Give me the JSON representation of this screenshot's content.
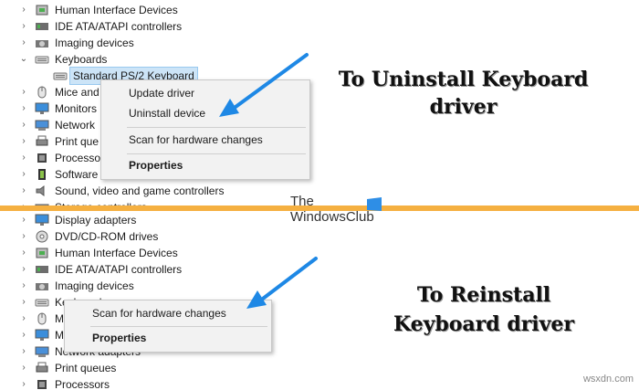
{
  "top_tree": {
    "rows": [
      {
        "label": "Human Interface Devices",
        "chev": "›",
        "icon": "hid-icon"
      },
      {
        "label": "IDE ATA/ATAPI controllers",
        "chev": "›",
        "icon": "ide-controller-icon"
      },
      {
        "label": "Imaging devices",
        "chev": "›",
        "icon": "camera-icon"
      },
      {
        "label": "Keyboards",
        "chev": "⌄",
        "icon": "keyboard-icon"
      },
      {
        "label": "Standard PS/2 Keyboard",
        "chev": "",
        "icon": "keyboard-icon"
      },
      {
        "label": "Mice and",
        "chev": "›",
        "icon": "mouse-icon"
      },
      {
        "label": "Monitors",
        "chev": "›",
        "icon": "monitor-icon"
      },
      {
        "label": "Network",
        "chev": "›",
        "icon": "network-icon"
      },
      {
        "label": "Print que",
        "chev": "›",
        "icon": "printer-icon"
      },
      {
        "label": "Processo",
        "chev": "›",
        "icon": "processor-icon"
      },
      {
        "label": "Software",
        "chev": "›",
        "icon": "software-device-icon"
      },
      {
        "label": "Sound, video and game controllers",
        "chev": "›",
        "icon": "speaker-icon"
      },
      {
        "label": "Storage controllers",
        "chev": "›",
        "icon": "storage-icon"
      }
    ],
    "menu": {
      "update": "Update driver",
      "uninstall": "Uninstall device",
      "scan": "Scan for hardware changes",
      "properties": "Properties"
    },
    "caption_line1": "To Uninstall Keyboard",
    "caption_line2": "driver"
  },
  "bottom_tree": {
    "rows": [
      {
        "label": "Display adapters",
        "chev": "›",
        "icon": "display-adapter-icon"
      },
      {
        "label": "DVD/CD-ROM drives",
        "chev": "›",
        "icon": "dvd-icon"
      },
      {
        "label": "Human Interface Devices",
        "chev": "›",
        "icon": "hid-icon"
      },
      {
        "label": "IDE ATA/ATAPI controllers",
        "chev": "›",
        "icon": "ide-controller-icon"
      },
      {
        "label": "Imaging devices",
        "chev": "›",
        "icon": "camera-icon"
      },
      {
        "label": "Keyboards",
        "chev": "›",
        "icon": "keyboard-icon"
      },
      {
        "label": "M",
        "chev": "›",
        "icon": "mouse-icon"
      },
      {
        "label": "M",
        "chev": "›",
        "icon": "monitor-icon"
      },
      {
        "label": "Network adapters",
        "chev": "›",
        "icon": "network-icon"
      },
      {
        "label": "Print queues",
        "chev": "›",
        "icon": "printer-icon"
      },
      {
        "label": "Processors",
        "chev": "›",
        "icon": "processor-icon"
      }
    ],
    "menu": {
      "scan": "Scan for hardware changes",
      "properties": "Properties"
    },
    "caption_line1": "To Reinstall",
    "caption_line2": "Keyboard driver"
  },
  "logo": {
    "line1": "The",
    "line2": "WindowsClub"
  },
  "watermark": "wsxdn.com",
  "colors": {
    "arrow": "#1e88e5",
    "divider": "#f5b041",
    "selection": "#cce4f7"
  }
}
